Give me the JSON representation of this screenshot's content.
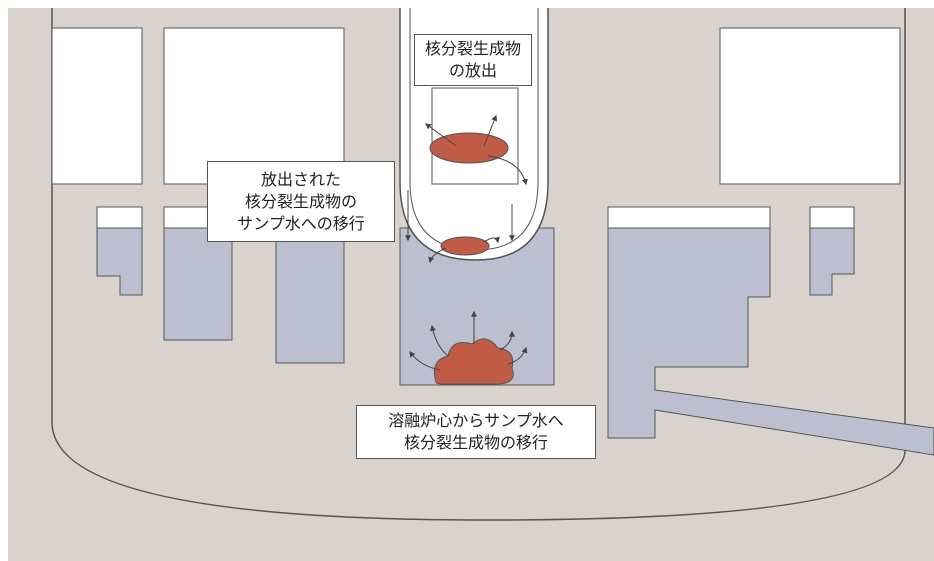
{
  "labels": {
    "fp_release": [
      "核分裂生成物",
      "の放出"
    ],
    "fp_transfer_to_sump": [
      "放出された",
      "核分裂生成物の",
      "サンプ水への移行"
    ],
    "corium_to_sump": [
      "溶融炉心からサンプ水へ",
      "核分裂生成物の移行"
    ]
  },
  "colors": {
    "background_concrete": "#d9d2cd",
    "sump_water": "#bcbfcf",
    "molten_material": "#c05b45",
    "room_white": "#ffffff",
    "outline": "#555555"
  }
}
